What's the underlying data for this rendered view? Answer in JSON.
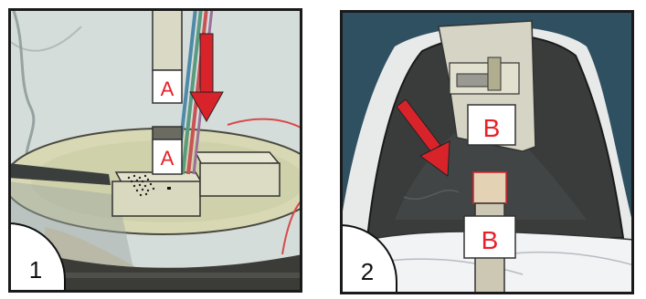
{
  "panels": [
    {
      "step": "1",
      "labels": {
        "top_connector": "A",
        "bottom_connector": "A"
      }
    },
    {
      "step": "2",
      "labels": {
        "top_connector": "B",
        "bottom_connector": "B"
      }
    }
  ],
  "colors": {
    "accent_red": "#e8202a",
    "arrow_red": "#d8232a",
    "outline": "#1a1a1a",
    "panel1_bg": "#d4dcd9",
    "panel2_seat": "#2f5060"
  }
}
